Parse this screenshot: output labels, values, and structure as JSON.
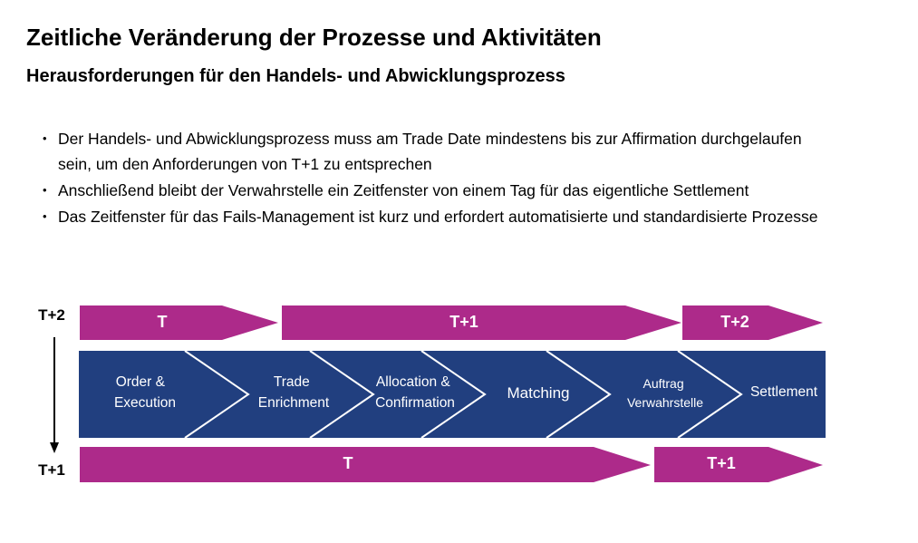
{
  "header": {
    "title": "Zeitliche Veränderung der Prozesse und Aktivitäten",
    "subtitle": "Herausforderungen für den Handels- und Abwicklungsprozess"
  },
  "bullets": [
    "Der Handels- und Abwicklungsprozess muss am Trade Date mindestens bis zur Affirmation durchgelaufen sein, um den Anforderungen von T+1 zu entsprechen",
    "Anschließend bleibt der Verwahrstelle ein Zeitfenster von einem Tag für das eigentliche Settlement",
    "Das Zeitfenster für das Fails-Management ist kurz und erfordert automatisierte und standardisierte Prozesse"
  ],
  "diagram": {
    "labels": {
      "before": "T+2",
      "after": "T+1"
    },
    "top_phases": [
      "T",
      "T+1",
      "T+2"
    ],
    "steps": [
      [
        "Order &",
        "Execution"
      ],
      [
        "Trade",
        "Enrichment"
      ],
      [
        "Allocation &",
        "Confirmation"
      ],
      [
        "Matching"
      ],
      [
        "Auftrag",
        "Verwahrstelle"
      ],
      [
        "Settlement"
      ]
    ],
    "bottom_phases": [
      "T",
      "T+1"
    ],
    "colors": {
      "phase": "#ad2a8a",
      "process": "#213f7f",
      "process_text": "#ffffff"
    }
  }
}
